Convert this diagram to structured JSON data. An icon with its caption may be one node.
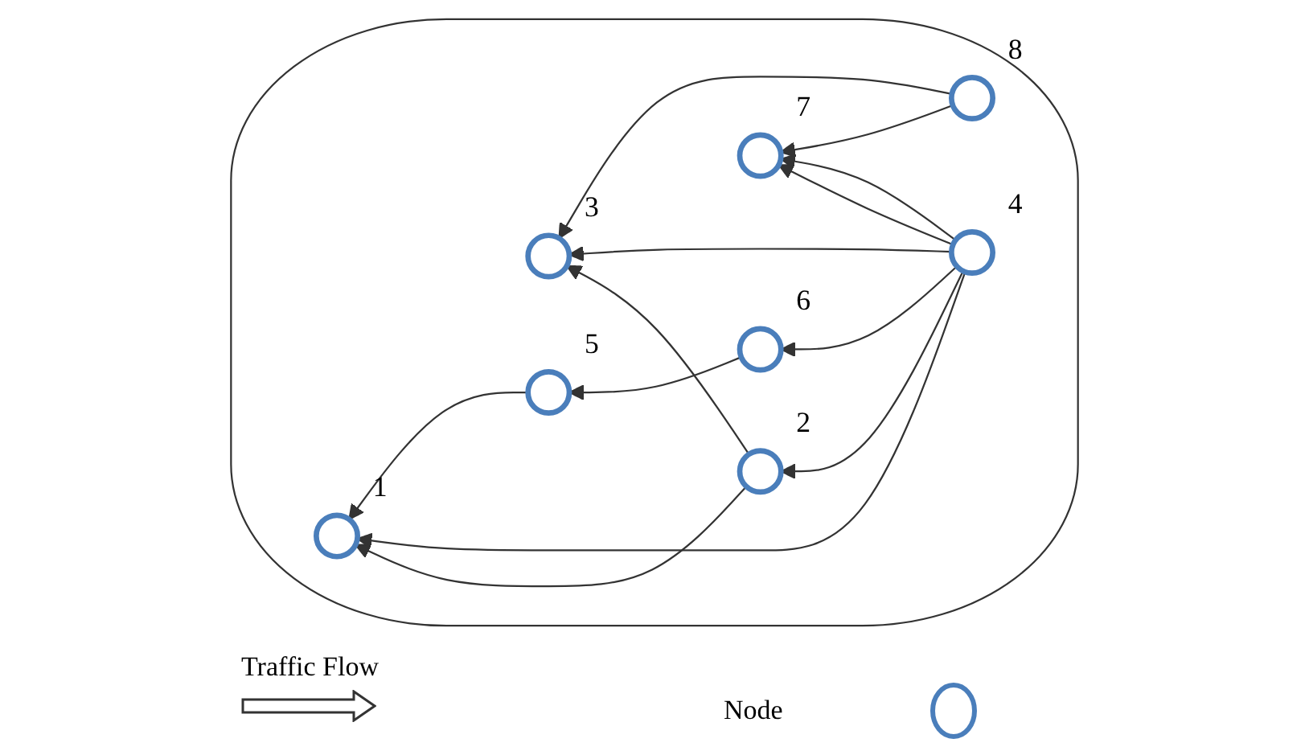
{
  "diagram": {
    "nodes": [
      {
        "text": [],
        "shape": "cloud"
      },
      {
        "text": [],
        "shape": "circle",
        "beside": [
          "1"
        ],
        "in": 0
      },
      {
        "text": [],
        "shape": "circle",
        "beside": [
          "2"
        ],
        "in": 0
      },
      {
        "text": [],
        "shape": "circle",
        "beside": [
          "3"
        ],
        "in": 0
      },
      {
        "text": [],
        "shape": "circle",
        "beside": [
          "4"
        ],
        "in": 0
      },
      {
        "text": [],
        "shape": "circle",
        "beside": [
          "5"
        ],
        "in": 0
      },
      {
        "text": [],
        "shape": "circle",
        "beside": [
          "6"
        ],
        "in": 0
      },
      {
        "text": [],
        "shape": "circle",
        "beside": [
          "7"
        ],
        "in": 0
      },
      {
        "text": [],
        "shape": "circle",
        "beside": [
          "8"
        ],
        "in": 0
      }
    ],
    "edges": [
      {
        "from": 2,
        "to": 1,
        "arrow": "to"
      },
      {
        "from": 4,
        "to": 1,
        "arrow": "to"
      },
      {
        "from": 2,
        "to": 3,
        "arrow": "to"
      },
      {
        "from": 4,
        "to": 2,
        "arrow": "to"
      },
      {
        "from": 4,
        "to": 3,
        "arrow": "to"
      },
      {
        "from": 4,
        "to": 7,
        "arrow": "to"
      },
      {
        "from": 4,
        "to": 7,
        "arrow": "to"
      },
      {
        "from": 4,
        "to": 6,
        "arrow": "to"
      },
      {
        "from": 6,
        "to": 5,
        "arrow": "to"
      },
      {
        "from": 5,
        "to": 1,
        "arrow": "to"
      },
      {
        "from": 8,
        "to": 3,
        "arrow": "to"
      },
      {
        "from": 8,
        "to": 7,
        "arrow": "to"
      }
    ],
    "legend": [
      {
        "text": "Traffic Flow"
      },
      {
        "text": "Node"
      }
    ]
  }
}
